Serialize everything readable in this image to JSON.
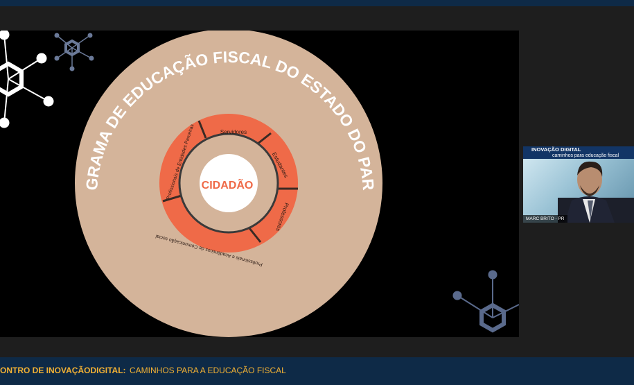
{
  "slide": {
    "outer_arc_text": "PROGRAMA DE EDUCAÇÃO  FISCAL DO ESTADO DO PARANÁ",
    "center_label": "CIDADÃO",
    "segments": [
      "Servidores",
      "Estudantes",
      "Professores",
      "Profissionais e Acadêmicos de Comunicação social",
      "Profissionais de Entidades Parceiras"
    ],
    "colors": {
      "outer_ring": "#d4b49a",
      "segment_ring": "#ef6a48",
      "inner_ring": "#d4b49a",
      "center": "#ffffff",
      "center_text": "#ef6a48",
      "hex_icons": "#ffffff"
    }
  },
  "camera": {
    "banner_line1": "INOVAÇÃO DIGITAL",
    "banner_line2": "caminhos para educação fiscal",
    "participant_name": "MARC BRITO - PR"
  },
  "footer": {
    "title": "ONTRO DE INOVAÇÃODIGITAL:",
    "subtitle": "CAMINHOS PARA A EDUCAÇÃO FISCAL",
    "color": "#f2b134"
  }
}
